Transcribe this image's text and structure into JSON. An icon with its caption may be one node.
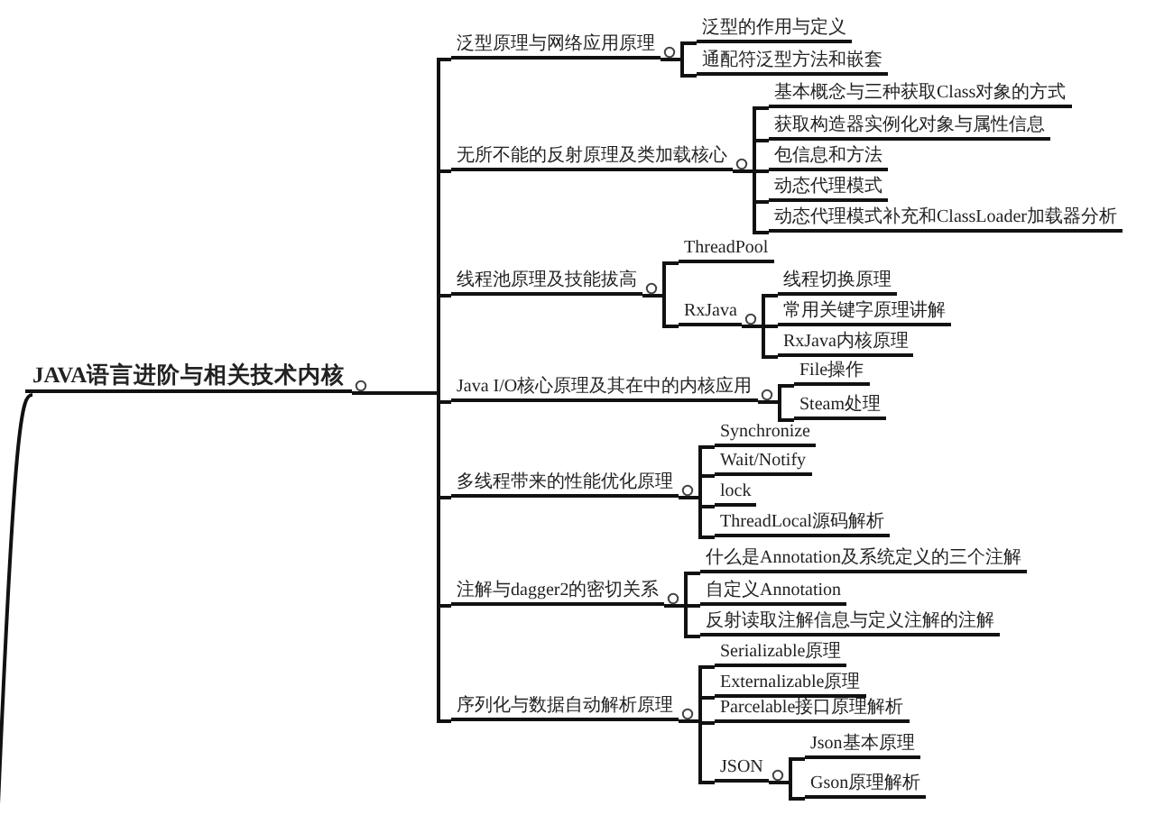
{
  "diagram": {
    "nodes": [
      {
        "text": [
          "JAVA语言进阶与相关技术内核"
        ]
      },
      {
        "text": [
          "泛型原理与网络应用原理"
        ]
      },
      {
        "text": [
          "泛型的作用与定义"
        ]
      },
      {
        "text": [
          "通配符泛型方法和嵌套"
        ]
      },
      {
        "text": [
          "无所不能的反射原理及类加载核心"
        ]
      },
      {
        "text": [
          "基本概念与三种获取Class对象的方式"
        ]
      },
      {
        "text": [
          "获取构造器实例化对象与属性信息"
        ]
      },
      {
        "text": [
          "包信息和方法"
        ]
      },
      {
        "text": [
          "动态代理模式"
        ]
      },
      {
        "text": [
          "动态代理模式补充和ClassLoader加载器分析"
        ]
      },
      {
        "text": [
          "线程池原理及技能拔高"
        ]
      },
      {
        "text": [
          "ThreadPool"
        ]
      },
      {
        "text": [
          "RxJava"
        ]
      },
      {
        "text": [
          "线程切换原理"
        ]
      },
      {
        "text": [
          "常用关键字原理讲解"
        ]
      },
      {
        "text": [
          "RxJava内核原理"
        ]
      },
      {
        "text": [
          "Java I/O核心原理及其在中的内核应用"
        ]
      },
      {
        "text": [
          "File操作"
        ]
      },
      {
        "text": [
          "Steam处理"
        ]
      },
      {
        "text": [
          "多线程带来的性能优化原理"
        ]
      },
      {
        "text": [
          "Synchronize"
        ]
      },
      {
        "text": [
          "Wait/Notify"
        ]
      },
      {
        "text": [
          "lock"
        ]
      },
      {
        "text": [
          "ThreadLocal源码解析"
        ]
      },
      {
        "text": [
          "注解与dagger2的密切关系"
        ]
      },
      {
        "text": [
          "什么是Annotation及系统定义的三个注解"
        ]
      },
      {
        "text": [
          "自定义Annotation"
        ]
      },
      {
        "text": [
          "反射读取注解信息与定义注解的注解"
        ]
      },
      {
        "text": [
          "序列化与数据自动解析原理"
        ]
      },
      {
        "text": [
          "Serializable原理"
        ]
      },
      {
        "text": [
          "Externalizable原理"
        ]
      },
      {
        "text": [
          "Parcelable接口原理解析"
        ]
      },
      {
        "text": [
          "JSON"
        ]
      },
      {
        "text": [
          "Json基本原理"
        ]
      },
      {
        "text": [
          "Gson原理解析"
        ]
      }
    ],
    "edges": [
      {
        "from": 0,
        "to": 1,
        "arrow": "none"
      },
      {
        "from": 1,
        "to": 2,
        "arrow": "none"
      },
      {
        "from": 1,
        "to": 3,
        "arrow": "none"
      },
      {
        "from": 0,
        "to": 4,
        "arrow": "none"
      },
      {
        "from": 4,
        "to": 5,
        "arrow": "none"
      },
      {
        "from": 4,
        "to": 6,
        "arrow": "none"
      },
      {
        "from": 4,
        "to": 7,
        "arrow": "none"
      },
      {
        "from": 4,
        "to": 8,
        "arrow": "none"
      },
      {
        "from": 4,
        "to": 9,
        "arrow": "none"
      },
      {
        "from": 0,
        "to": 10,
        "arrow": "none"
      },
      {
        "from": 10,
        "to": 11,
        "arrow": "none"
      },
      {
        "from": 10,
        "to": 12,
        "arrow": "none"
      },
      {
        "from": 12,
        "to": 13,
        "arrow": "none"
      },
      {
        "from": 12,
        "to": 14,
        "arrow": "none"
      },
      {
        "from": 12,
        "to": 15,
        "arrow": "none"
      },
      {
        "from": 0,
        "to": 16,
        "arrow": "none"
      },
      {
        "from": 16,
        "to": 17,
        "arrow": "none"
      },
      {
        "from": 16,
        "to": 18,
        "arrow": "none"
      },
      {
        "from": 0,
        "to": 19,
        "arrow": "none"
      },
      {
        "from": 19,
        "to": 20,
        "arrow": "none"
      },
      {
        "from": 19,
        "to": 21,
        "arrow": "none"
      },
      {
        "from": 19,
        "to": 22,
        "arrow": "none"
      },
      {
        "from": 19,
        "to": 23,
        "arrow": "none"
      },
      {
        "from": 0,
        "to": 24,
        "arrow": "none"
      },
      {
        "from": 24,
        "to": 25,
        "arrow": "none"
      },
      {
        "from": 24,
        "to": 26,
        "arrow": "none"
      },
      {
        "from": 24,
        "to": 27,
        "arrow": "none"
      },
      {
        "from": 0,
        "to": 28,
        "arrow": "none"
      },
      {
        "from": 28,
        "to": 29,
        "arrow": "none"
      },
      {
        "from": 28,
        "to": 30,
        "arrow": "none"
      },
      {
        "from": 28,
        "to": 31,
        "arrow": "none"
      },
      {
        "from": 28,
        "to": 32,
        "arrow": "none"
      },
      {
        "from": 32,
        "to": 33,
        "arrow": "none"
      },
      {
        "from": 32,
        "to": 34,
        "arrow": "none"
      },
      {
        "from": 0,
        "to": null,
        "arrow": "none"
      }
    ]
  }
}
